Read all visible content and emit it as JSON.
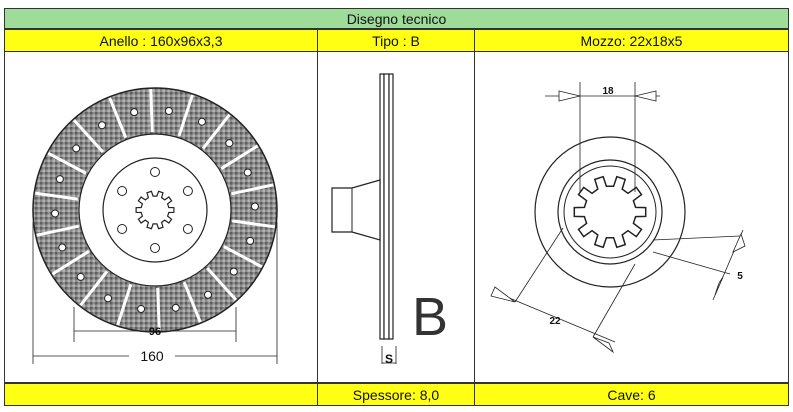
{
  "title": "Disegno tecnico",
  "headers": {
    "anello": "Anello : 160x96x3,3",
    "tipo": "Tipo : B",
    "mozzo": "Mozzo: 22x18x5"
  },
  "footers": {
    "left": "",
    "spessore": "Spessore: 8,0",
    "cave": "Cave: 6"
  },
  "drawing_labels": {
    "inner_diameter": "96",
    "outer_diameter": "160",
    "type_letter": "B",
    "thickness_symbol": "S",
    "hub_inner": "18",
    "hub_outer": "22",
    "spline_width": "5"
  },
  "colors": {
    "title_bg": "#9fdc9a",
    "header_bg": "#ffff14",
    "lining": "#8c8c8c"
  }
}
